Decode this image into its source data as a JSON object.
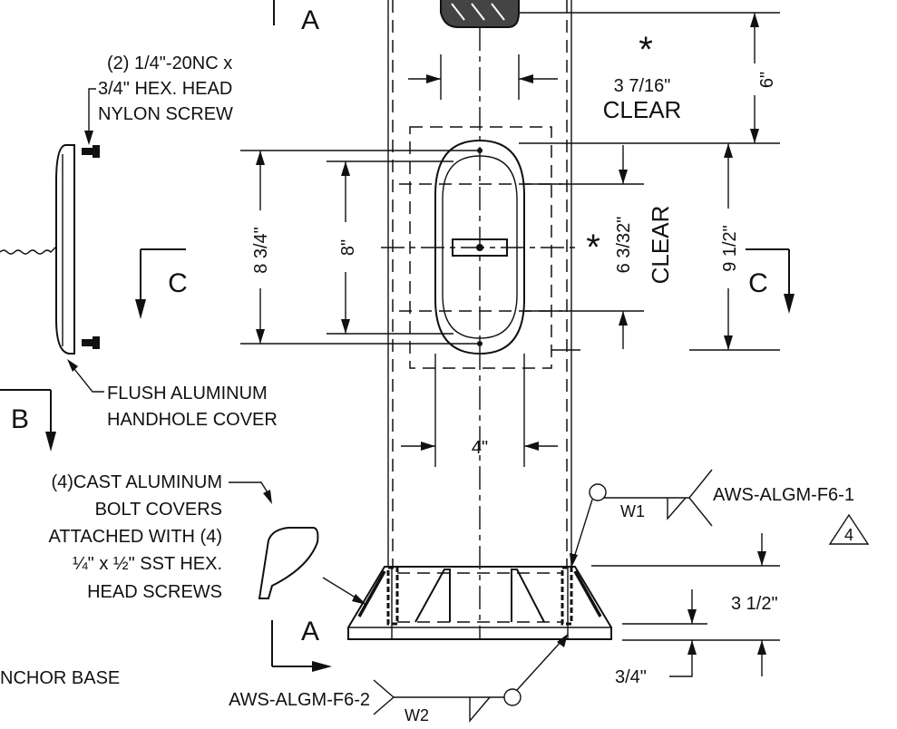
{
  "section_labels": {
    "a_top": "A",
    "a_bottom": "A",
    "b": "B",
    "c_left": "C",
    "c_right": "C"
  },
  "dimensions": {
    "star_top": "*",
    "clear_top_value": "3 7/16\"",
    "clear_top_word": "CLEAR",
    "height_6": "6\"",
    "height_8_3_4": "8 3/4\"",
    "height_8": "8\"",
    "star_mid": "*",
    "clear_mid_value": "6 3/32\"",
    "clear_mid_word": "CLEAR",
    "height_9_1_2": "9 1/2\"",
    "width_4": "4\"",
    "base_3_1_2": "3 1/2\"",
    "base_3_4": "3/4\""
  },
  "callouts": {
    "screw_line1": "(2) 1/4\"-20NC x",
    "screw_line2": "3/4\" HEX. HEAD",
    "screw_line3": "NYLON SCREW",
    "cover_line1": "FLUSH ALUMINUM",
    "cover_line2": "HANDHOLE COVER",
    "bolt_line1": "(4)CAST ALUMINUM",
    "bolt_line2": "BOLT COVERS",
    "bolt_line3": "ATTACHED WITH (4)",
    "bolt_line4": "¼\" x ½\" SST HEX.",
    "bolt_line5": "HEAD SCREWS",
    "anchor_base": "NCHOR BASE"
  },
  "welds": {
    "w1_label": "W1",
    "w1_spec": "AWS-ALGM-F6-1",
    "w2_label": "W2",
    "w2_spec": "AWS-ALGM-F6-2",
    "revision": "4"
  }
}
